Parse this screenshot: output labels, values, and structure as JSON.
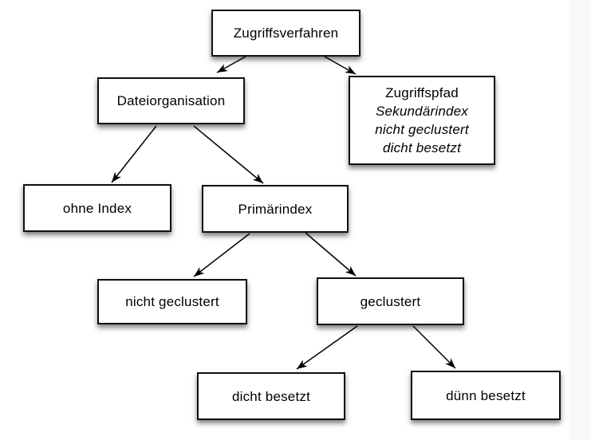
{
  "diagram": {
    "title_node": "Zugriffsverfahren",
    "nodes": {
      "zugriffsverfahren": {
        "label": "Zugriffsverfahren"
      },
      "dateiorganisation": {
        "label": "Dateiorganisation"
      },
      "zugriffspfad": {
        "line1": "Zugriffspfad",
        "line2": "Sekundärindex",
        "line3": "nicht geclustert",
        "line4": "dicht besetzt"
      },
      "ohne_index": {
        "label": "ohne Index"
      },
      "primaerindex": {
        "label": "Primärindex"
      },
      "nicht_geclustert": {
        "label": "nicht geclustert"
      },
      "geclustert": {
        "label": "geclustert"
      },
      "dicht_besetzt": {
        "label": "dicht besetzt"
      },
      "duenn_besetzt": {
        "label": "dünn besetzt"
      }
    },
    "edges": [
      {
        "from": "Zugriffsverfahren",
        "to": "Dateiorganisation"
      },
      {
        "from": "Zugriffsverfahren",
        "to": "Zugriffspfad"
      },
      {
        "from": "Dateiorganisation",
        "to": "ohne Index"
      },
      {
        "from": "Dateiorganisation",
        "to": "Primärindex"
      },
      {
        "from": "Primärindex",
        "to": "nicht geclustert"
      },
      {
        "from": "Primärindex",
        "to": "geclustert"
      },
      {
        "from": "geclustert",
        "to": "dicht besetzt"
      },
      {
        "from": "geclustert",
        "to": "dünn besetzt"
      }
    ]
  },
  "colors": {
    "background": "#ffffff",
    "right_margin_band": "#f7f8f8",
    "box_fill": "#ffffff",
    "box_border": "#111111",
    "arrow": "#000000",
    "text": "#000000"
  }
}
